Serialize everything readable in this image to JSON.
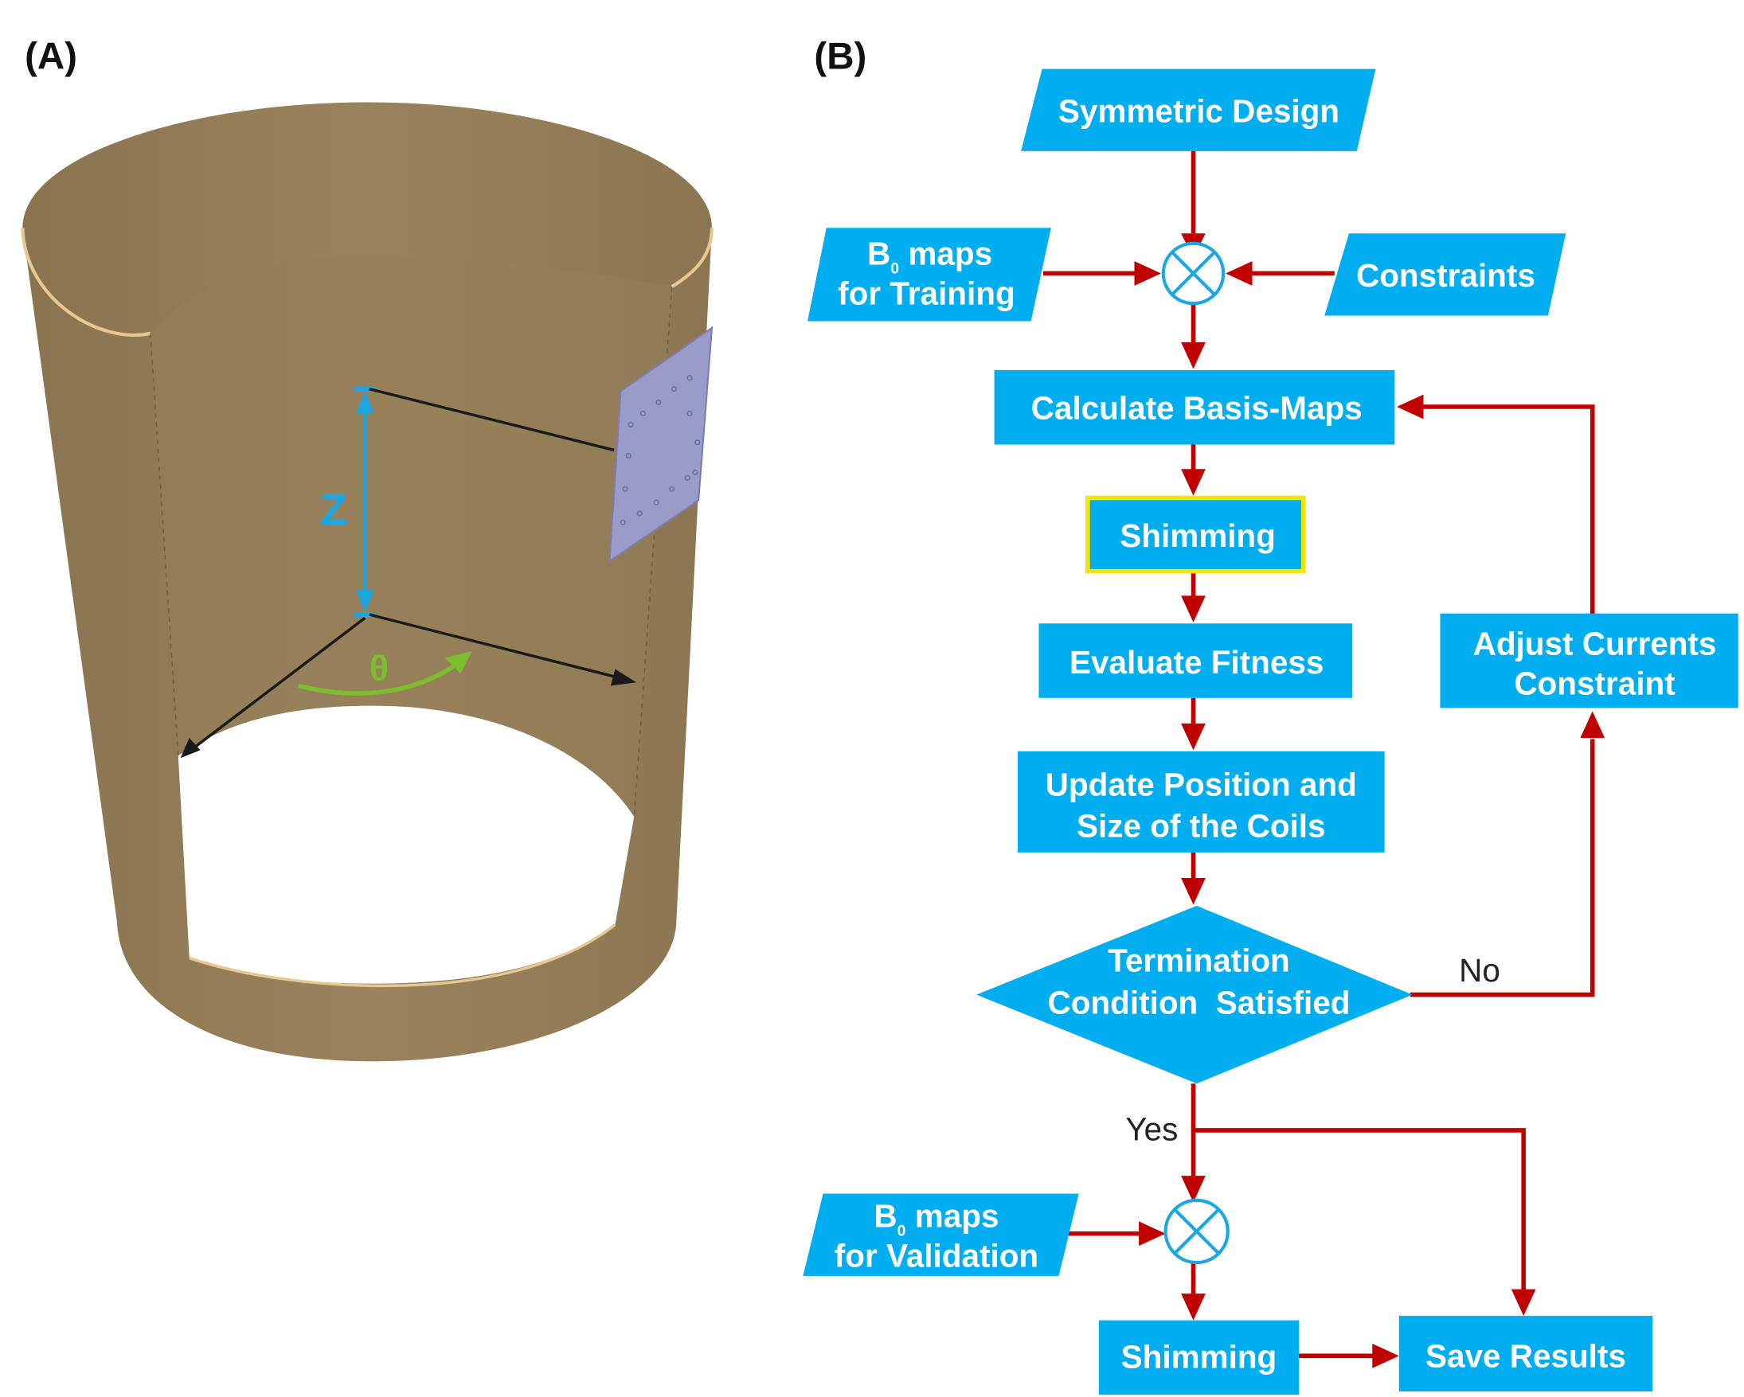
{
  "panels": {
    "a_label": "(A)",
    "b_label": "(B)"
  },
  "colors": {
    "box_fill": "#00aeef",
    "arrow": "#c00000",
    "highlight_border": "#f2e600",
    "cylinder": "#957e57",
    "coil": "#9a9bc8",
    "z_axis": "#1ca7e2",
    "theta": "#7cbf2e"
  },
  "cylinder": {
    "z_label": "Z",
    "theta_label": "θ"
  },
  "flowchart": {
    "symmetric_design": "Symmetric Design",
    "b0_training": {
      "line1_main": "B",
      "line1_sub": "0",
      "line1_rest": " maps",
      "line2": "for Training"
    },
    "constraints": "Constraints",
    "calculate_basis": "Calculate Basis-Maps",
    "shimming_1": "Shimming",
    "evaluate_fitness": "Evaluate Fitness",
    "update_position": {
      "line1": "Update Position and",
      "line2": "Size of the Coils"
    },
    "termination": {
      "line1": "Termination",
      "line2": "Condition  Satisfied"
    },
    "adjust_currents": {
      "line1": "Adjust Currents",
      "line2": "Constraint"
    },
    "no_label": "No",
    "yes_label": "Yes",
    "b0_validation": {
      "line1_main": "B",
      "line1_sub": "0",
      "line1_rest": " maps",
      "line2": "for Validation"
    },
    "shimming_2": "Shimming",
    "save_results": "Save Results"
  }
}
